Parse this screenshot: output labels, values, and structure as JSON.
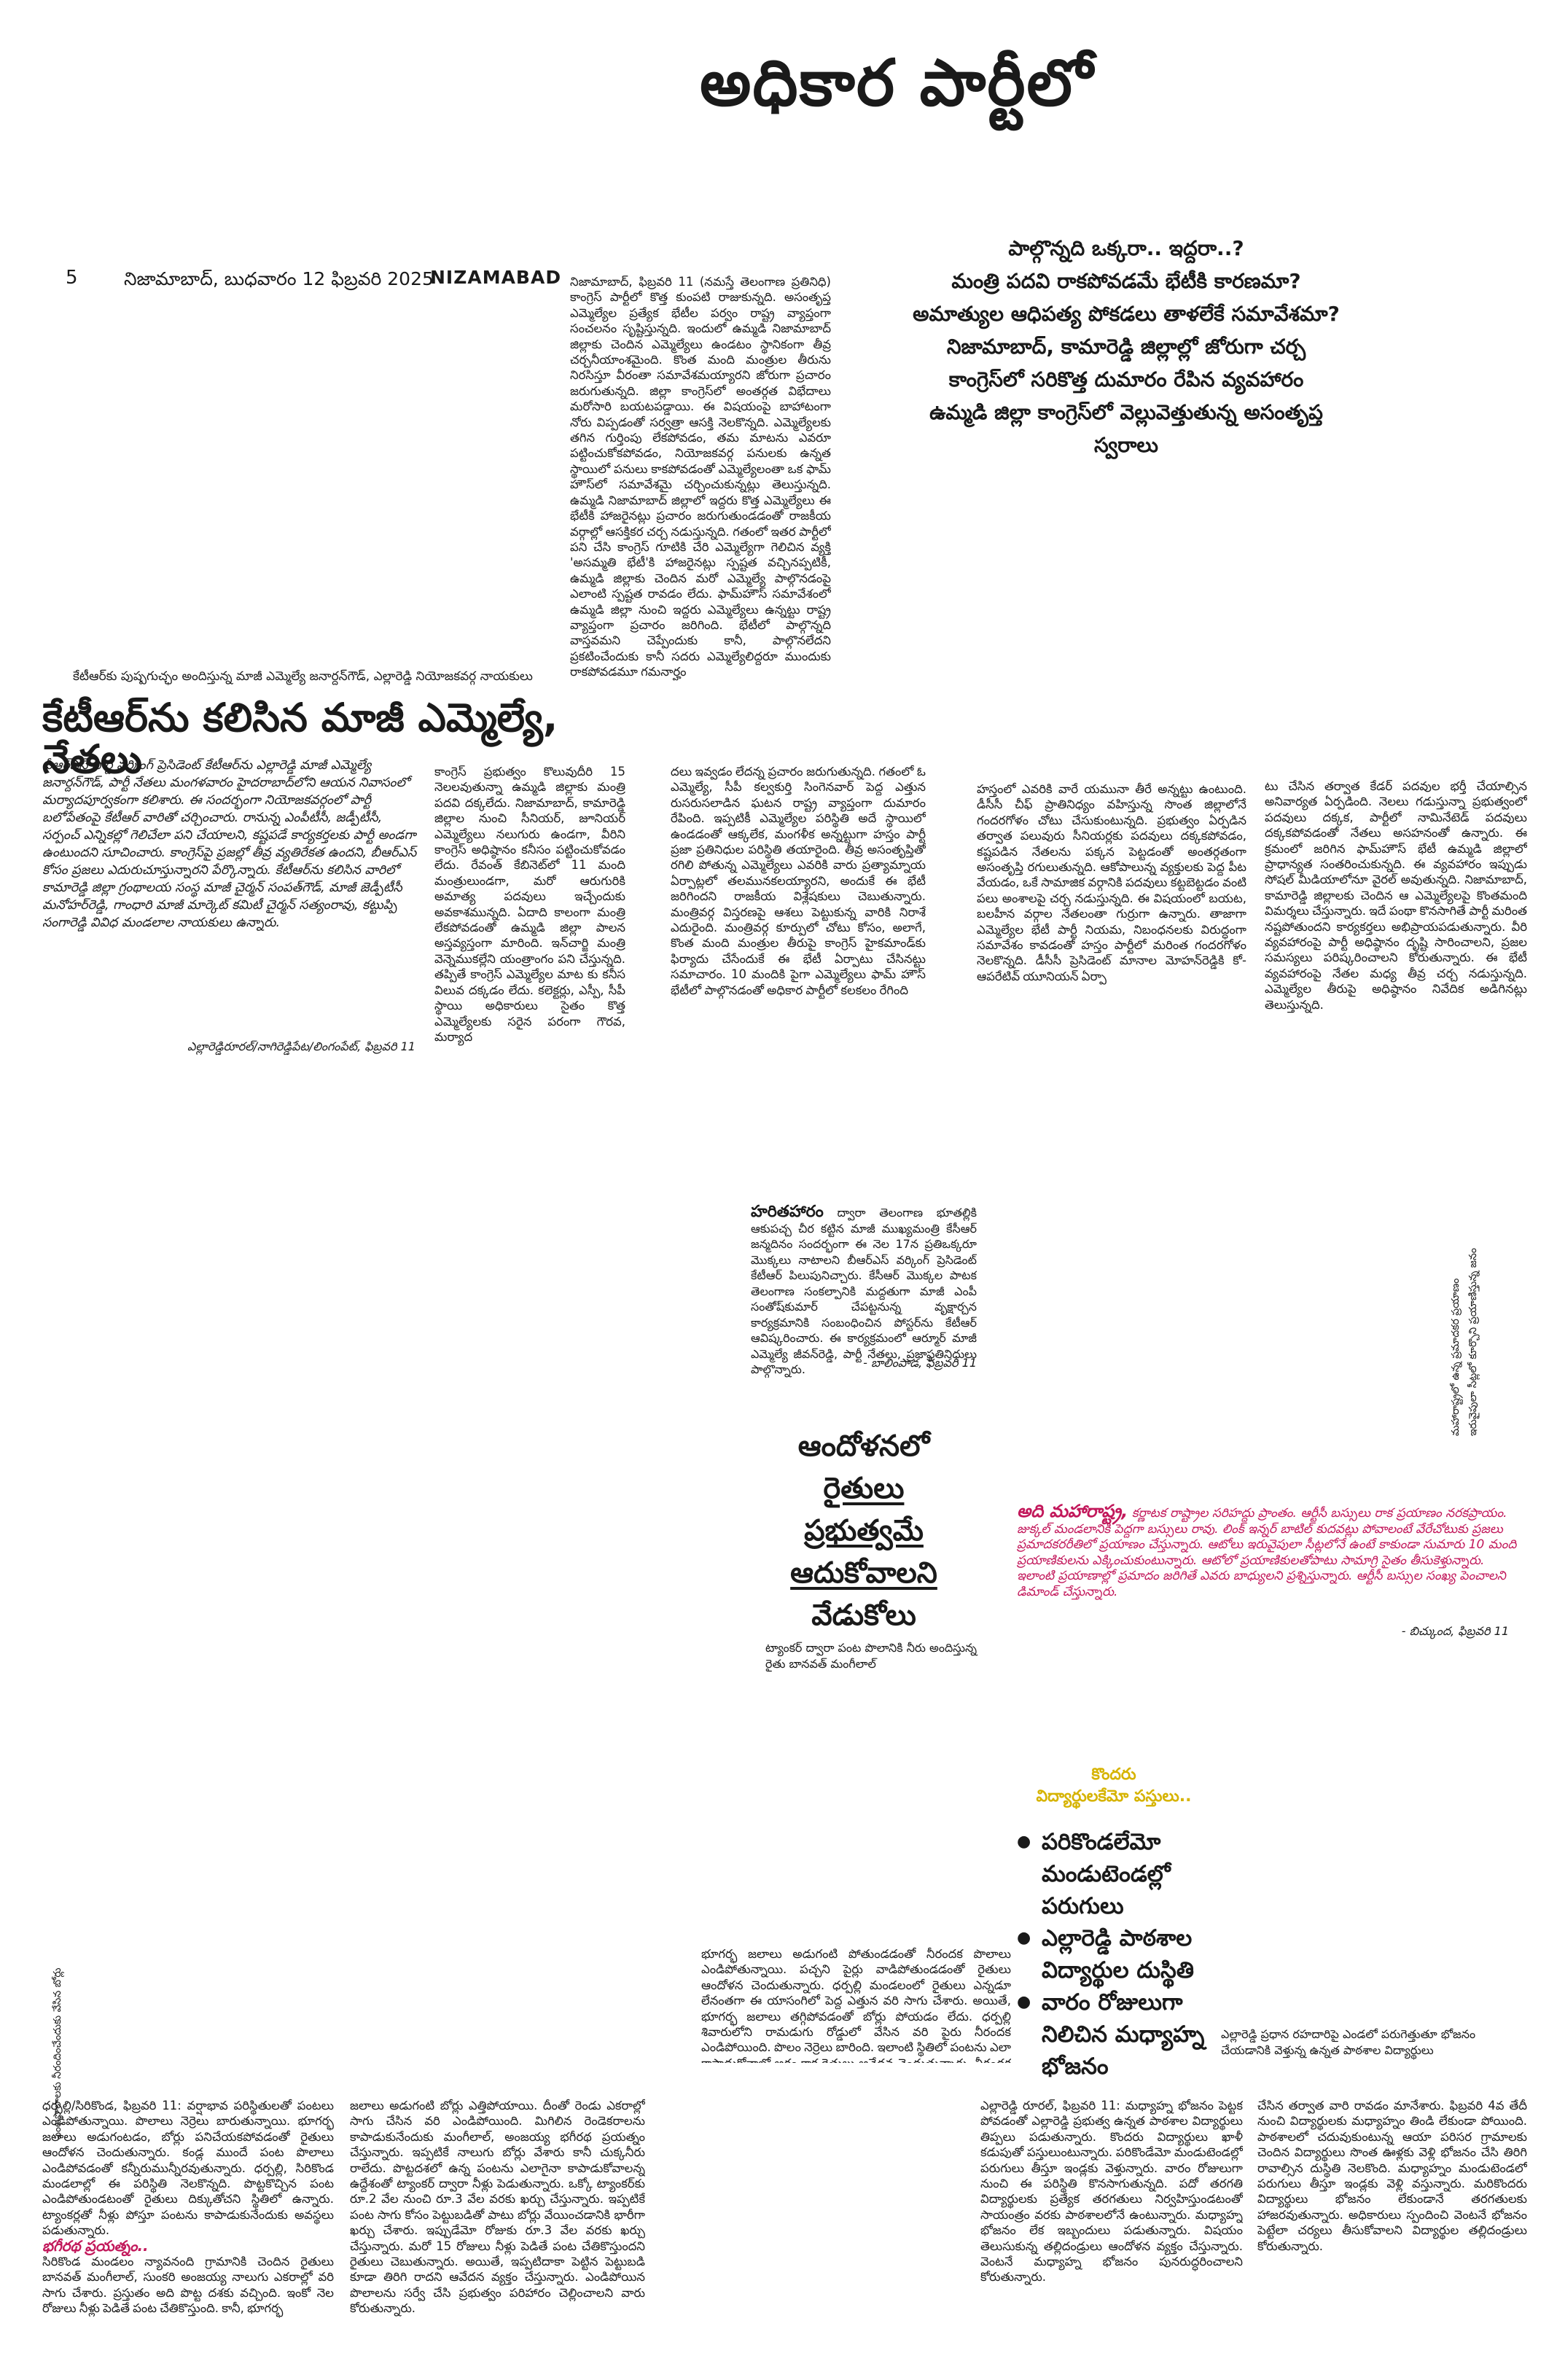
{
  "masthead": {
    "title": "అధికార పార్టీలో"
  },
  "folio": {
    "page_number": "5",
    "dateline": "నిజామాబాద్, బుధవారం 12 ఫిబ్రవరి 2025",
    "edition": "NIZAMABAD"
  },
  "deck": {
    "lines": [
      "పాల్గొన్నది ఒక్కరా.. ఇద్దరా..?",
      "మంత్రి పదవి రాకపోవడమే భేటీకి కారణమా?",
      "అమాత్యుల ఆధిపత్య పోకడలు తాళలేకే సమావేశమా?",
      "నిజామాబాద్, కామారెడ్డి జిల్లాల్లో జోరుగా చర్చ",
      "కాంగ్రెస్‌లో సరికొత్త దుమారం రేపిన వ్యవహారం",
      "ఉమ్మడి జిల్లా కాంగ్రెస్‌లో వెల్లువెత్తుతున్న అసంతృప్త స్వరాలు"
    ]
  },
  "main_story": {
    "col1": "నిజామాబాద్, ఫిబ్రవరి 11 (నమస్తే తెలంగాణ ప్రతినిధి) కాంగ్రెస్ పార్టీలో కొత్త కుంపటి రాజుకున్నది. అసంతృప్త ఎమ్మెల్యేల ప్రత్యేక భేటీల పర్వం రాష్ట్ర వ్యాప్తంగా సంచలనం సృష్టిస్తున్నది. ఇందులో ఉమ్మడి నిజామాబాద్ జిల్లాకు చెందిన ఎమ్మెల్యేలు ఉండటం స్థానికంగా తీవ్ర చర్చనీయాంశమైంది. కొంత మంది మంత్రుల తీరును నిరసిస్తూ వీరంతా సమావేశమయ్యారని జోరుగా ప్రచారం జరుగుతున్నది. జిల్లా కాంగ్రెస్‌లో అంతర్గత విభేదాలు మరోసారి బయటపడ్డాయి. ఈ విషయంపై బాహాటంగా నోరు విప్పడంతో సర్వత్రా ఆసక్తి నెలకొన్నది. ఎమ్మెల్యేలకు తగిన గుర్తింపు లేకపోవడం, తమ మాటను ఎవరూ పట్టించుకోకపోవడం, నియోజకవర్గ పనులకు ఉన్నత స్థాయిలో పనులు కాకపోవడంతో ఎమ్మెల్యేలంతా ఒక ఫామ్ హౌస్‌లో సమావేశమై చర్చించుకున్నట్లు తెలుస్తున్నది. ఉమ్మడి నిజామాబాద్ జిల్లాలో ఇద్దరు కొత్త ఎమ్మెల్యేలు ఈ భేటీకి హాజరైనట్లు ప్రచారం జరుగుతుండడంతో రాజకీయ వర్గాల్లో ఆసక్తికర చర్చ నడుస్తున్నది. గతంలో ఇతర పార్టీలో పని చేసి కాంగ్రెస్ గూటికి చేరి ఎమ్మెల్యేగా గెలిచిన వ్యక్తి 'అసమ్మతి భేటీ'కి హాజరైనట్లు స్పష్టత వచ్చినప్పటికీ, ఉమ్మడి జిల్లాకు చెందిన మరో ఎమ్మెల్యే పాల్గొనడంపై ఎలాంటి స్పష్టత రావడం లేదు. ఫామ్‌హౌస్ సమావేశంలో ఉమ్మడి జిల్లా నుంచి ఇద్దరు ఎమ్మెల్యేలు ఉన్నట్టు రాష్ట్ర వ్యాప్తంగా ప్రచారం జరిగింది. భేటీలో పాల్గొన్నది వాస్తవమని చెప్పేందుకు కానీ, పాల్గొనలేదని ప్రకటించేందుకు కానీ సదరు ఎమ్మెల్యేలిద్దరూ ముందుకు రాకపోవడమూ గమనార్హం",
    "col2": "కాంగ్రెస్ ప్రభుత్వం కొలువుదీరి 15 నెలలవుతున్నా ఉమ్మడి జిల్లాకు మంత్రి పదవి దక్కలేదు. నిజామాబాద్, కామారెడ్డి జిల్లాల నుంచి సీనియర్, జూనియర్ ఎమ్మెల్యేలు నలుగురు ఉండగా, వీరిని కాంగ్రెస్ అధిష్ఠానం కనీసం పట్టించుకోవడం లేదు. రేవంత్ కేబినెట్‌లో 11 మంది మంత్రులుండగా, మరో ఆరుగురికి అమాత్య పదవులు ఇచ్చేందుకు అవకాశమున్నది. ఏదాది కాలంగా మంత్రి లేకపోవడంతో ఉమ్మడి జిల్లా పాలన అస్తవ్యస్తంగా మారింది. ఇన్‌చార్జి మంత్రి వెన్నెముకల్లేని యంత్రాంగం పని చేస్తున్నది. తప్పితే కాంగ్రెస్ ఎమ్మెల్యేల మాట కు కనీస విలువ దక్కడం లేదు. కలెక్టర్లు, ఎస్పీ, సీపీ స్థాయి అధికారులు సైతం కొత్త ఎమ్మెల్యేలకు సరైన పరంగా గౌరవ, మర్యాద",
    "col3": "దలు ఇవ్వడం లేదన్న ప్రచారం జరుగుతున్నది. గతంలో ఓ ఎమ్మెల్యే, సీపీ కల్వకుర్తి సింగెనవార్ పెద్ద ఎత్తున రుసరుసలాడిన ఘటన రాష్ట్ర వ్యాప్తంగా దుమారం రేపింది. ఇప్పటికీ ఎమ్మెల్యేల పరిస్థితి అదే స్థాయిలో ఉండడంతో ఆక్కలేక, మంగళీక అన్నట్టుగా హస్తం పార్టీ ప్రజా ప్రతినిధుల పరిస్థితి తయారైంది. తీవ్ర అసంతృప్తితో రగిలి పోతున్న ఎమ్మెల్యేలు ఎవరికి వారు ప్రత్యామ్నాయ ఏర్పాట్లలో తలమునకలయ్యారని, అందుకే ఈ భేటీ జరిగిందని రాజకీయ విశ్లేషకులు చెబుతున్నారు. మంత్రివర్గ విస్తరణపై ఆశలు పెట్టుకున్న వారికి నిరాశే ఎదురైంది. మంత్రివర్గ కూర్పులో చోటు కోసం, అలాగే, కొంత మంది మంత్రుల తీరుపై కాంగ్రెస్ హైకమాండ్‌కు ఫిర్యాదు చేసేందుకే ఈ భేటీ ఏర్పాటు చేసినట్టు సమాచారం. 10 మందికి పైగా ఎమ్మెల్యేలు ఫామ్ హౌస్ భేటీలో పాల్గొనడంతో అధికార పార్టీలో కలకలం రేగింది",
    "col4": "హస్తంలో ఎవరికి వారే యమునా తీరే అన్నట్టు ఉంటుంది. డీసీసీ చీఫ్ ప్రాతినిధ్యం వహిస్తున్న సొంత జిల్లాలోనే గందరగోళం చోటు చేసుకుంటున్నది. ప్రభుత్వం ఏర్పడిన తర్వాత పలువురు సీనియర్లకు పదవులు దక్కకపోవడం, కష్టపడిన నేతలను పక్కన పెట్టడంతో అంతర్గతంగా అసంతృప్తి రగులుతున్నది. ఆకోపాలున్న వ్యక్తులకు పెద్ద పీట వేయడం, ఒకే సామాజిక వర్గానికి పదవులు కట్టబెట్టడం వంటి పలు అంశాలపై చర్చ నడుస్తున్నది. ఈ విషయంలో బయట, బలహీన వర్గాల నేతలంతా గుర్రుగా ఉన్నారు. తాజాగా ఎమ్మెల్యేల భేటీ పార్టీ నియమ, నిబంధనలకు విరుద్ధంగా సమావేశం కావడంతో హస్తం పార్టీలో మరింత గందరగోళం నెలకొన్నది. డీసీసీ ప్రెసిడెంట్ మానాల మోహన్‌రెడ్డికి కో-ఆపరేటివ్ యూనియన్ ఏర్పా",
    "col5": "టు చేసిన తర్వాత కేడర్ పదవుల భర్తీ చేయాల్సిన అనివార్యత ఏర్పడింది. నెలలు గడుస్తున్నా ప్రభుత్వంలో పదవులు దక్కక, పార్టీలో నామినేటెడ్ పదవులు దక్కకపోవడంతో నేతలు అసహనంతో ఉన్నారు. ఈ క్రమంలో జరిగిన ఫామ్‌హౌస్ భేటీ ఉమ్మడి జిల్లాలో ప్రాధాన్యత సంతరించుకున్నది. ఈ వ్యవహారం ఇప్పుడు సోషల్ మీడియాలోనూ వైరల్ అవుతున్నది. నిజామాబాద్, కామారెడ్డి జిల్లాలకు చెందిన ఆ ఎమ్మెల్యేలపై కొంతమంది విమర్శలు చేస్తున్నారు. ఇదే పంథా కొనసాగితే పార్టీ మరింత నష్టపోతుందని కార్యకర్తలు అభిప్రాయపడుతున్నారు. వీరి వ్యవహారంపై పార్టీ అధిష్ఠానం దృష్టి సారించాలని, ప్రజల సమస్యలు పరిష్కరించాలని కోరుతున్నారు. ఈ భేటీ వ్యవహారంపై నేతల మధ్య తీవ్ర చర్చ నడుస్తున్నది. ఎమ్మెల్యేల తీరుపై అధిష్ఠానం నివేదిక అడిగినట్లు తెలుస్తున్నది."
  },
  "ktr_story": {
    "photo_caption": "కేటీఆర్‌కు పుష్పగుచ్ఛం అందిస్తున్న మాజీ ఎమ్మెల్యే జనార్దన్‌గౌడ్, ఎల్లారెడ్డి నియోజకవర్గ నాయకులు",
    "headline": "కేటీఆర్‌ను కలిసిన మాజీ ఎమ్మెల్యే, నేతలు",
    "body": "బీఆర్‌ఎస్ పార్టీ వర్కింగ్ ప్రెసిడెంట్ కేటీఆర్‌ను ఎల్లారెడ్డి మాజీ ఎమ్మెల్యే జనార్దన్‌గౌడ్, పార్టీ నేతలు మంగళవారం హైదరాబాద్‌లోని ఆయన నివాసంలో మర్యాదపూర్వకంగా కలిశారు. ఈ సందర్భంగా నియోజకవర్గంలో పార్టీ బలోపేతంపై కేటీఆర్ వారితో చర్చించారు. రానున్న ఎంపీటీసీ, జడ్పీటీసీ, సర్పంచ్ ఎన్నికల్లో గెలిచేలా పని చేయాలని, కష్టపడే కార్యకర్తలకు పార్టీ అండగా ఉంటుందని సూచించారు. కాంగ్రెస్‌పై ప్రజల్లో తీవ్ర వ్యతిరేకత ఉందని, బీఆర్‌ఎస్ కోసం ప్రజలు ఎదురుచూస్తున్నారని పేర్కొన్నారు. కేటీఆర్‌ను కలిసిన వారిలో కామారెడ్డి జిల్లా గ్రంథాలయ సంస్థ మాజీ చైర్మన్ సంపత్‌గౌడ్, మాజీ జెడ్పీటీసీ మనోహర్‌రెడ్డి, గాంధారి మాజీ మార్కెట్ కమిటీ చైర్మన్ సత్యంరావు, కట్టుప్పి సంగారెడ్డి వివిధ మండలాల నాయకులు ఉన్నారు.",
    "byline": "ఎల్లారెడ్డిరూరల్/నాగిరెడ్డిపేట/లింగంపేట్, ఫిబ్రవరి 11"
  },
  "haritha": {
    "kicker": "హరితహారం",
    "body": "ద్వారా తెలంగాణ భూతల్లికి ఆకుపచ్చ చీర కట్టిన మాజీ ముఖ్యమంత్రి కేసీఆర్ జన్మదినం సందర్భంగా ఈ నెల 17న ప్రతిఒక్కరూ మొక్కలు నాటాలని బీఆర్‌ఎస్ వర్కింగ్ ప్రెసిడెంట్ కేటీఆర్ పిలుపునిచ్చారు. కేసీఆర్ మొక్కల పాటక తెలంగాణ సంకల్పానికి మద్దతుగా మాజీ ఎంపీ సంతోష్‌కుమార్ చేపట్టనున్న వృక్షార్చన కార్యక్రమానికి సంబంధించిన పోస్టర్‌ను కేటీఆర్ ఆవిష్కరించారు. ఈ కార్యక్రమంలో ఆర్మూర్ మాజీ ఎమ్మెల్యే జీవన్‌రెడ్డి, పార్టీ నేతలు, ప్రజాప్రతినిధులు పాల్గొన్నారు.",
    "byline": "- బాలింపాడ, ఫిబ్రవరి 11"
  },
  "protest": {
    "lines": [
      "ఆందోళనలో",
      "రైతులు",
      "ప్రభుత్వమే",
      "ఆదుకోవాలని",
      "వేడుకోలు"
    ],
    "caption": "ట్యాంకర్ ద్వారా పంట పొలానికి నీరు అందిస్తున్న రైతు బానవత్ మంగీలాల్"
  },
  "maharashtra": {
    "lead": "అది మహారాష్ట్ర,",
    "body": "కర్ణాటక రాష్ట్రాల సరిహద్దు ప్రాంతం. ఆర్టీసీ బస్సులు రాక ప్రయాణం నరకప్రాయం. జుక్కల్ మండలానికి పెద్దగా బస్సులు రావు. లింక్ ఇన్నర్ బాటిల్ కుదవట్లు పోవాలంటే వేరేచోటుకు ప్రజలు ప్రమాదకరరీతిలో ప్రయాణం చేస్తున్నారు. ఆటోలు ఇరువైపులా సీట్లలోనే ఉంటే కాకుండా సుమారు 10 మంది ప్రయాణికులను ఎక్కించుకుంటున్నారు. ఆటోలో ప్రయాణికులతోపాటు సామాగ్రి సైతం తీసుకెళ్తున్నారు. ఇలాంటి ప్రయాణాల్లో ప్రమాదం జరిగితే ఎవరు బాధ్యులని ప్రశ్నిస్తున్నారు. ఆర్టీసీ బస్సుల సంఖ్య పెంచాలని డిమాండ్ చేస్తున్నారు.",
    "byline": "- బిచ్కుంద, ఫిబ్రవరి 11"
  },
  "vertical_credits": {
    "right_1": "మహారాష్ట్రలో ఉన్న ప్రమాదకర ప్రయాణం",
    "right_2": "ఇరువైపులా సీట్లలో కూర్చొని ప్రయాణిస్తున్న జనం",
    "left": "పంటపొలాలకు నీరందించేందుకు వేసిన బోర్లు"
  },
  "school_box": {
    "heading_line1": "కొందరు",
    "heading_line2": "విద్యార్థులకేమో పస్తులు..",
    "bullets": [
      "పరికొండలేమో మండుటెండల్లో పరుగులు",
      "ఎల్లారెడ్డి పాఠశాల విద్యార్థుల దుస్థితి",
      "వారం రోజులుగా నిలిచిన మధ్యాహ్న భోజనం"
    ],
    "caption": "ఎల్లారెడ్డి ప్రధాన రహదారిపై ఎండలో పరుగెత్తుతూ భోజనం చేయడానికి వెళ్తున్న ఉన్నత పాఠశాల విద్యార్థులు"
  },
  "farmer_story": {
    "col1": "ధర్పల్లి/సిరికొండ, ఫిబ్రవరి 11: వర్షాభావ పరిస్థితులతో పంటలు ఎండిపోతున్నాయి. పొలాలు నెర్రెలు బారుతున్నాయి. భూగర్భ జలాలు అడుగంటడం, బోర్లు పనిచేయకపోవడంతో రైతులు ఆందోళన చెందుతున్నారు. కండ్ల ముందే పంట పొలాలు ఎండిపోవడంతో కన్నీరుమున్నీరవుతున్నారు. ధర్పల్లి, సిరికొండ మండలాల్లో ఈ పరిస్థితి నెలకొన్నది. పొట్టకొచ్చిన పంట ఎండిపోతుండటంతో రైతులు దిక్కుతోచని స్థితిలో ఉన్నారు. ట్యాంకర్లతో నీళ్లు పోస్తూ పంటను కాపాడుకునేందుకు అవస్థలు పడుతున్నారు.",
    "subhead": "భగీరథ ప్రయత్నం..",
    "col1b": "సిరికొండ మండలం న్యావనంది గ్రామానికి చెందిన రైతులు బానవత్ మంగీలాల్, సుంకరి అంజయ్య నాలుగు ఎకరాల్లో వరి సాగు చేశారు. ప్రస్తుతం అది పొట్ట దశకు వచ్చింది. ఇంకో నెల రోజులు నీళ్లు పెడితే పంట చేతికొస్తుంది. కానీ, భూగర్భ",
    "col2": "జలాలు అడుగంటి బోర్లు ఎత్తిపోయాయి. దీంతో రెండు ఎకరాల్లో సాగు చేసిన వరి ఎండిపోయింది. మిగిలిన రెండెకరాలను కాపాడుకునేందుకు మంగీలాల్, అంజయ్య భగీరథ ప్రయత్నం చేస్తున్నారు. ఇప్పటికే నాలుగు బోర్లు వేశారు కానీ చుక్కనీరు రాలేదు. పొట్టదశలో ఉన్న పంటను ఎలాగైనా కాపాడుకోవాలన్న ఉద్దేశంతో ట్యాంకర్ ద్వారా నీళ్లు పెడుతున్నారు. ఒక్కో ట్యాంకర్‌కు రూ.2 వేల నుంచి రూ.3 వేల వరకు ఖర్చు చేస్తున్నారు. ఇప్పటికే పంట సాగు కోసం పెట్టుబడితో పాటు బోర్లు వేయించడానికి భారీగా ఖర్చు చేశారు. ఇప్పుడేమో రోజుకు రూ.3 వేల వరకు ఖర్చు చేస్తున్నారు. మరో 15 రోజులు నీళ్లు పెడితే పంట చేతికొస్తుందని రైతులు చెబుతున్నారు. అయితే, ఇప్పటిదాకా పెట్టిన పెట్టుబడి కూడా తిరిగి రాదని ఆవేదన వ్యక్తం చేస్తున్నారు. ఎండిపోయిన పొలాలను సర్వే చేసి ప్రభుత్వం పరిహారం చెల్లించాలని వారు కోరుతున్నారు.",
    "col3": "భూగర్భ జలాలు అడుగంటి పోతుండడంతో నీరందక పొలాలు ఎండిపోతున్నాయి. పచ్చని పైర్లు వాడిపోతుండడంతో రైతులు ఆందోళన చెందుతున్నారు. ధర్పల్లి మండలంలో రైతులు ఎన్నడూ లేనంతగా ఈ యాసంగిలో పెద్ద ఎత్తున వరి సాగు చేశారు. అయితే, భూగర్భ జలాలు తగ్గిపోవడంతో బోర్లు పోయడం లేదు. ధర్పల్లి శివారులోని రామడుగు రోడ్డులో వేసిన వరి పైరు నీరందక ఎండిపోయింది. పొలం నెర్రెలు బారింది. ఇలాంటి స్థితిలో పంటను ఎలా కాపాడుకోవాలో అర్థం కాక రైతులు ఆవేదన చెందుతున్నారు. నీరందక పంటలు ఎండిపోయిన రైతులను ప్రభుత్వమే ఆదుకోవాలని రైతులు కోరుతున్నారు."
  },
  "school_story": {
    "col1": "ఎల్లారెడ్డి రూరల్, ఫిబ్రవరి 11: మధ్యాహ్న భోజనం పెట్టక పోవడంతో ఎల్లారెడ్డి ప్రభుత్వ ఉన్నత పాఠశాల విద్యార్థులు తిప్పలు పడుతున్నారు. కొందరు విద్యార్థులు ఖాళీ కడుపుతో పస్తులుంటున్నారు. పరికొండేమో మండుటెండల్లో పరుగులు తీస్తూ ఇండ్లకు వెళ్తున్నారు. వారం రోజులుగా నుంచి ఈ పరిస్థితి కొనసాగుతున్నది. పదో తరగతి విద్యార్థులకు ప్రత్యేక తరగతులు నిర్వహిస్తుండటంతో సాయంత్రం వరకు పాఠశాలలోనే ఉంటున్నారు. మధ్యాహ్న భోజనం లేక ఇబ్బందులు పడుతున్నారు. విషయం తెలుసుకున్న తల్లిదండ్రులు ఆందోళన వ్యక్తం చేస్తున్నారు. వెంటనే మధ్యాహ్న భోజనం పునరుద్ధరించాలని కోరుతున్నారు.",
    "col2": "చేసిన తర్వాత వారి రావడం మానేశారు. ఫిబ్రవరి 4వ తేదీ నుంచి విద్యార్థులకు మధ్యాహ్నం తిండి లేకుండా పోయింది. పాఠశాలలో చదువుకుంటున్న ఆయా పరిసర గ్రామాలకు చెందిన విద్యార్థులు సొంత ఊళ్లకు వెళ్లి భోజనం చేసి తిరిగి రావాల్సిన దుస్థితి నెలకొంది. మధ్యాహ్నం మండుటెండలో పరుగులు తీస్తూ ఇండ్లకు వెళ్లి వస్తున్నారు. మరికొందరు విద్యార్థులు భోజనం లేకుండానే తరగతులకు హాజరవుతున్నారు. అధికారులు స్పందించి వెంటనే భోజనం పెట్టేలా చర్యలు తీసుకోవాలని విద్యార్థుల తల్లిదండ్రులు కోరుతున్నారు."
  }
}
